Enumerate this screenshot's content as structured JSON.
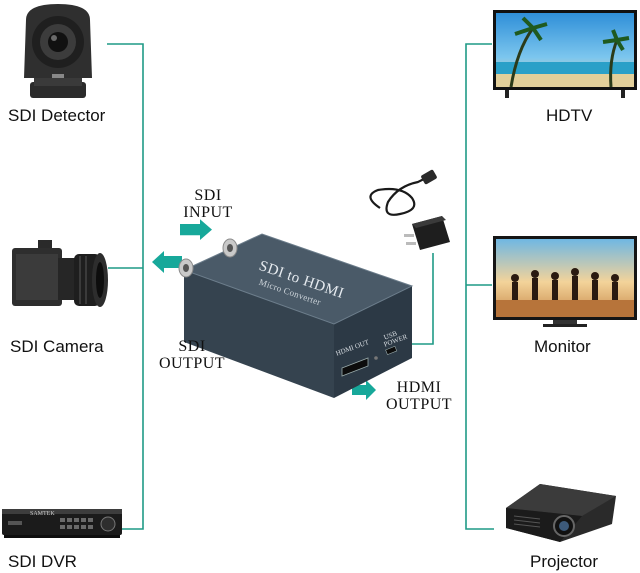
{
  "devices_left": [
    {
      "label": "SDI Detector",
      "icon": "ptz-camera-icon"
    },
    {
      "label": "SDI Camera",
      "icon": "box-camera-icon"
    },
    {
      "label": "SDI DVR",
      "icon": "dvr-recorder-icon"
    }
  ],
  "devices_right": [
    {
      "label": "HDTV",
      "icon": "tv-icon"
    },
    {
      "label": "Monitor",
      "icon": "monitor-icon"
    },
    {
      "label": "Projector",
      "icon": "projector-icon"
    }
  ],
  "ports": {
    "sdi_input": [
      "SDI",
      "INPUT"
    ],
    "sdi_output": [
      "SDI",
      "OUTPUT"
    ],
    "hdmi_output": [
      "HDMI",
      "OUTPUT"
    ]
  },
  "converter": {
    "name": "SDI to HDMI",
    "subtitle": "Micro Converter",
    "hdmi_port_label": "HDMI OUT",
    "usb_label": [
      "USB",
      "POWER"
    ]
  },
  "dvr_brand": "SAMTEK",
  "colors": {
    "line": "#1f9a86",
    "arrow": "#17a89a",
    "device_body": "#3e4d5a"
  }
}
